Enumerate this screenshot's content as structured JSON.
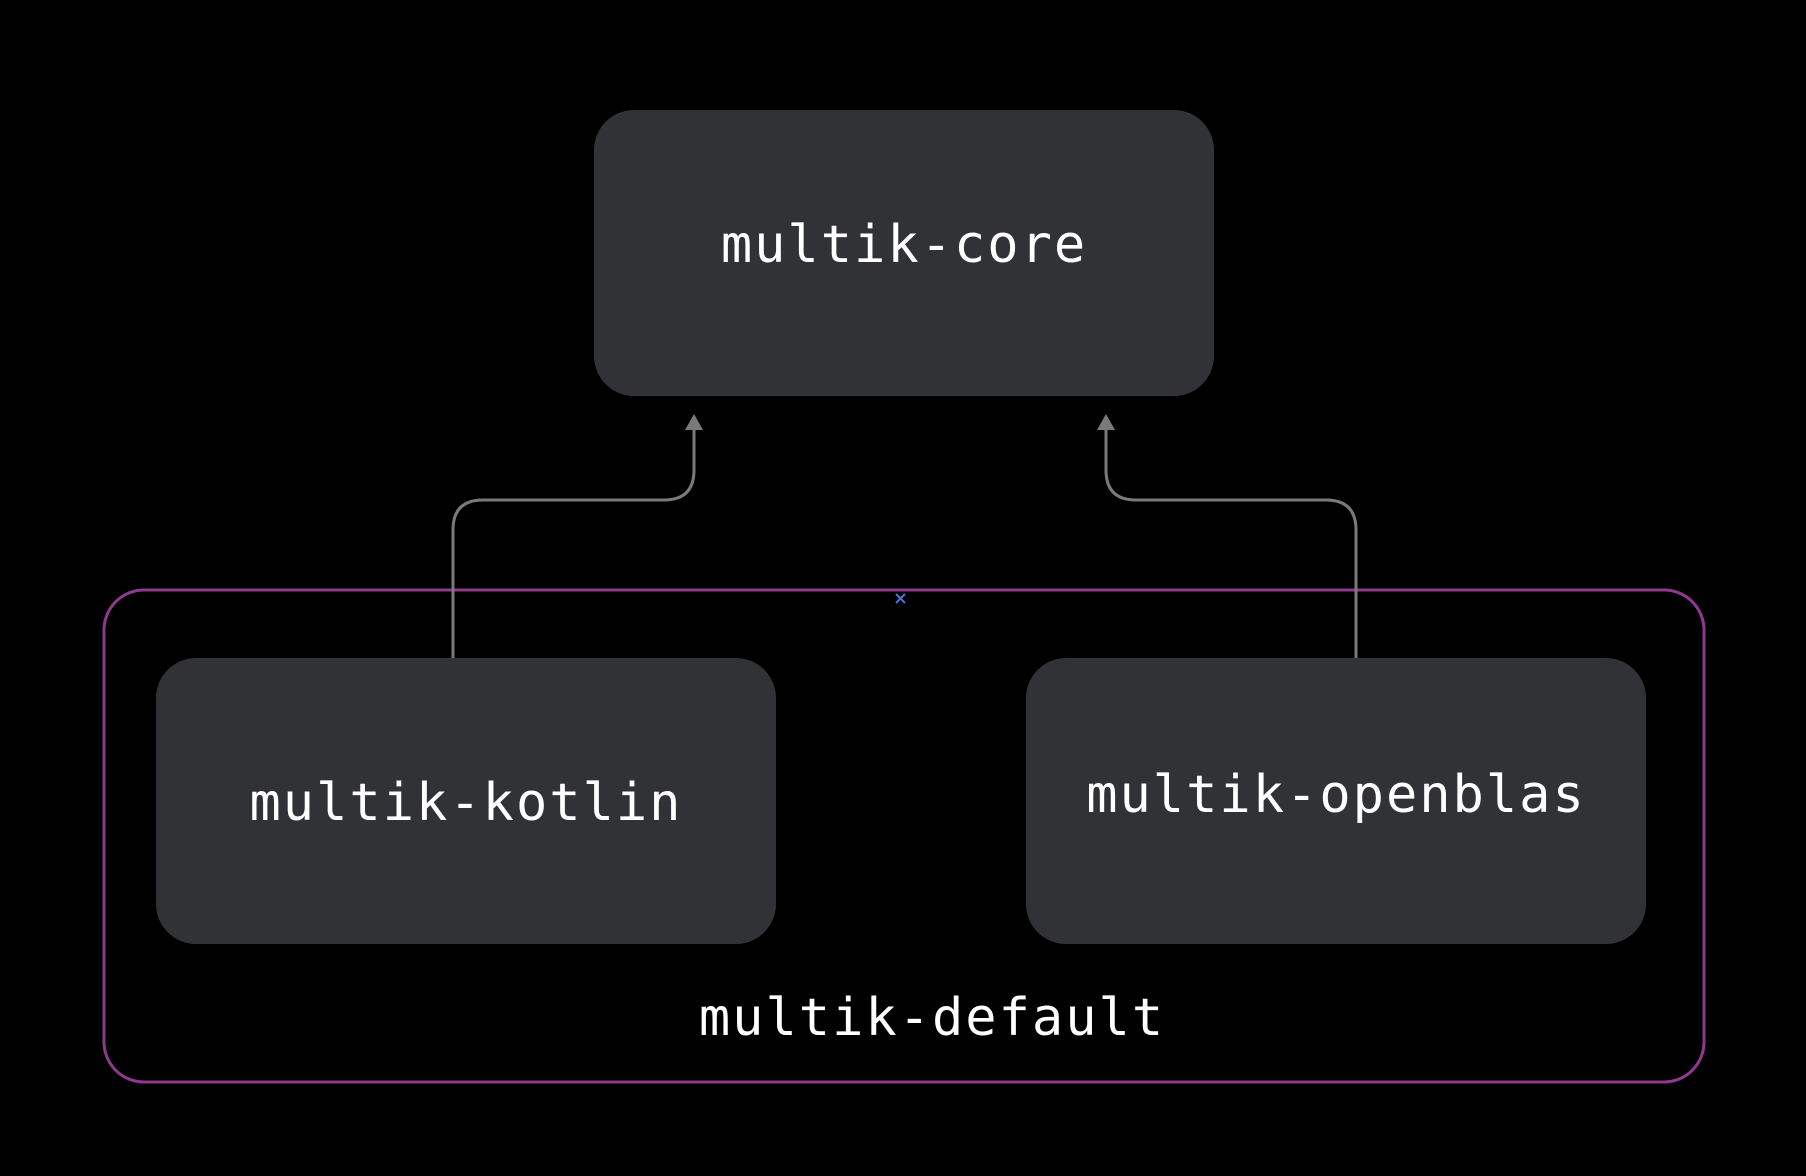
{
  "diagram": {
    "nodes": {
      "core": {
        "label": "multik-core"
      },
      "kotlin": {
        "label": "multik-kotlin"
      },
      "openblas": {
        "label": "multik-openblas"
      }
    },
    "group": {
      "label": "multik-default"
    },
    "edges": [
      {
        "from": "multik-kotlin",
        "to": "multik-core"
      },
      {
        "from": "multik-openblas",
        "to": "multik-core"
      }
    ],
    "colors": {
      "background": "#000000",
      "node_fill": "#313235",
      "node_text": "#ffffff",
      "group_border": "#8e3a8c",
      "edge": "#7a7a7a",
      "marker": "#4f6fdd"
    }
  }
}
